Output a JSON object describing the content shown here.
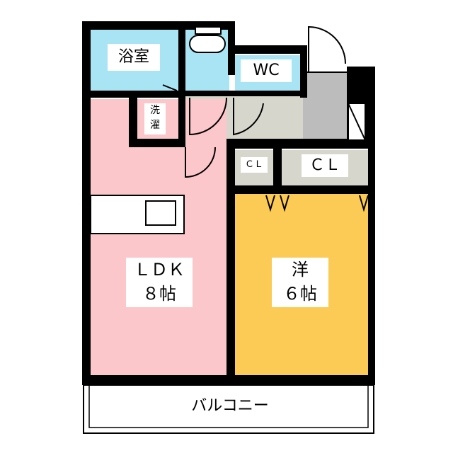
{
  "floor_plan": {
    "rooms": {
      "bath": {
        "label": "浴室",
        "color": "#a8e4f4"
      },
      "wc": {
        "label": "WC",
        "color": "#a8e4f4"
      },
      "washroom": {
        "label_line1": "洗",
        "label_line2": "濯"
      },
      "ldk": {
        "label_line1": "ＬＤＫ",
        "label_line2": "８帖",
        "color": "#fbc7ca"
      },
      "western": {
        "label_line1": "洋",
        "label_line2": "６帖",
        "color": "#fccb55"
      },
      "closet_small": {
        "label": "ＣＬ",
        "color": "#d7d6cc"
      },
      "closet": {
        "label": "ＣＬ",
        "color": "#d7d6cc"
      },
      "hall": {
        "color": "#d7d6cc"
      },
      "entrance": {
        "color": "#bcbcbc"
      },
      "balcony": {
        "label": "バルコニー",
        "color": "#ffffff"
      }
    },
    "wall_color": "#000000"
  }
}
